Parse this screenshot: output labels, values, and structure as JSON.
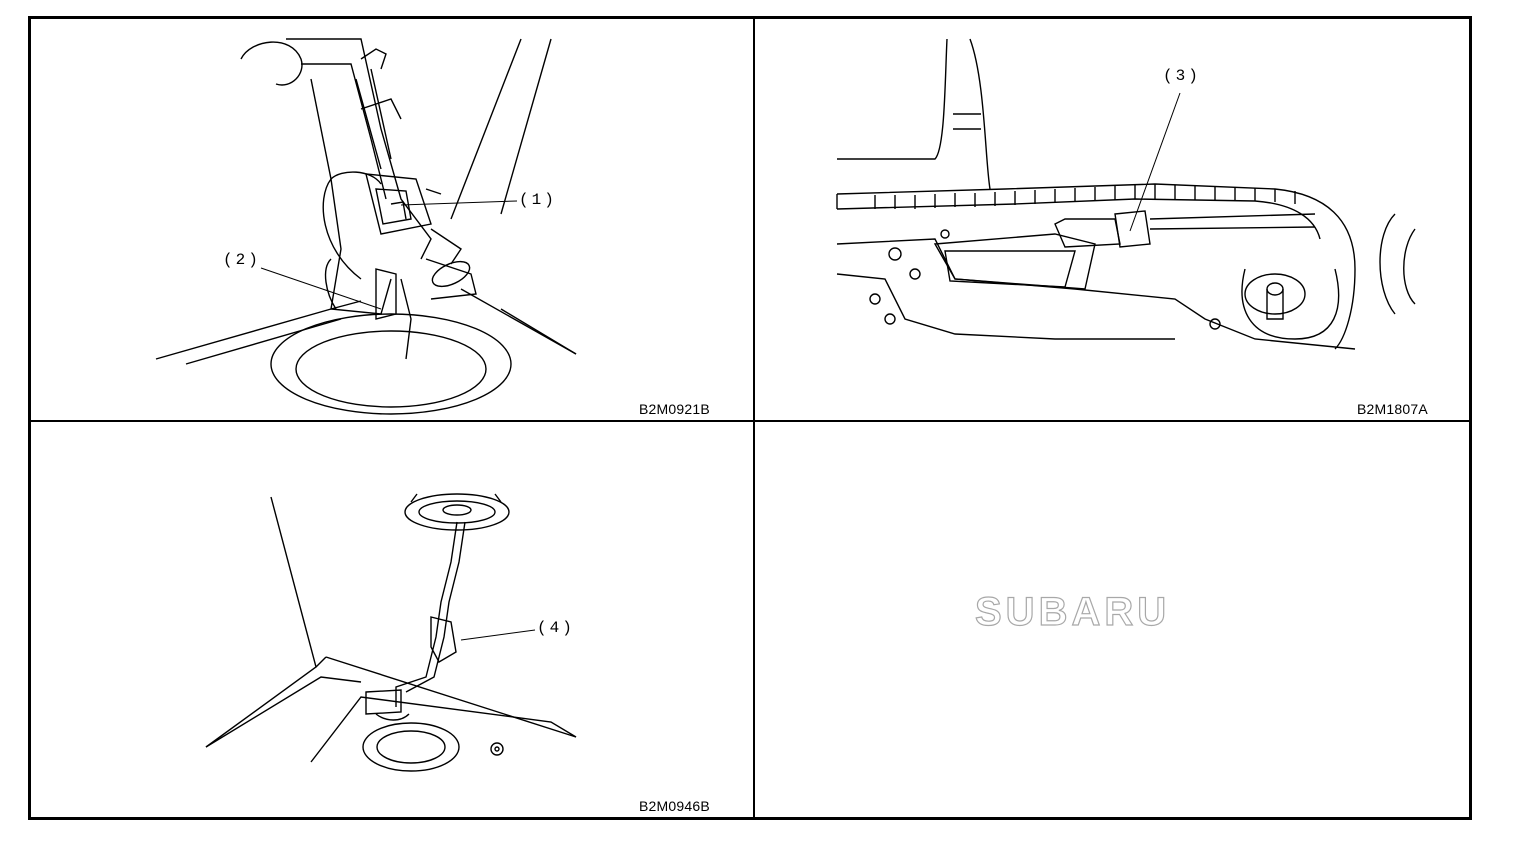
{
  "panels": [
    {
      "figure_code": "B2M0921B",
      "callouts": [
        "(1)",
        "(2)"
      ]
    },
    {
      "figure_code": "B2M1807A",
      "callouts": [
        "(3)"
      ]
    },
    {
      "figure_code": "B2M0946B",
      "callouts": [
        "(4)"
      ]
    },
    {
      "figure_code": "",
      "logo": "SUBARU"
    }
  ],
  "colors": {
    "line": "#000000",
    "background": "#ffffff",
    "logo_outline": "#9a9a9a"
  }
}
